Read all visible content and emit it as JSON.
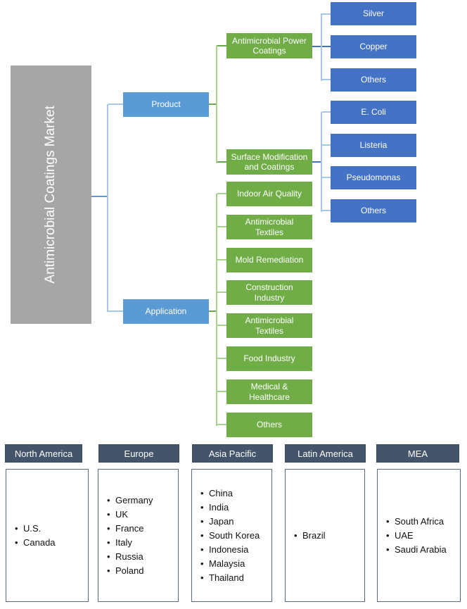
{
  "root": {
    "label": "Antimicrobial Coatings Market"
  },
  "product": {
    "label": "Product",
    "types": [
      {
        "label": "Antimicrobial Power Coatings",
        "subtypes": [
          "Silver",
          "Copper",
          "Others"
        ]
      },
      {
        "label": "Surface Modification and Coatings",
        "subtypes": [
          "E. Coli",
          "Listeria",
          "Pseudomonas",
          "Others"
        ]
      }
    ]
  },
  "application": {
    "label": "Application",
    "items": [
      "Indoor Air Quality",
      "Antimicrobial Textiles",
      "Mold Remediation",
      "Construction Industry",
      "Antimicrobial Textiles",
      "Food Industry",
      "Medical & Healthcare",
      "Others"
    ]
  },
  "regions": [
    {
      "name": "North America",
      "countries": [
        "U.S.",
        "Canada"
      ]
    },
    {
      "name": "Europe",
      "countries": [
        "Germany",
        "UK",
        "France",
        "Italy",
        "Russia",
        "Poland"
      ]
    },
    {
      "name": "Asia Pacific",
      "countries": [
        "China",
        "India",
        "Japan",
        "South Korea",
        "Indonesia",
        "Malaysia",
        "Thailand"
      ]
    },
    {
      "name": "Latin America",
      "countries": [
        "Brazil"
      ]
    },
    {
      "name": "MEA",
      "countries": [
        "South Africa",
        "UAE",
        "Saudi Arabia"
      ]
    }
  ],
  "colors": {
    "root_gray": "#A6A6A6",
    "branch_blue": "#5B9BD5",
    "leaf_blue": "#4472C4",
    "node_green": "#70AD47",
    "connector_pale_blue": "#A8C6E8",
    "connector_pale_green": "#A9D18E",
    "region_header_dark": "#44546A"
  }
}
